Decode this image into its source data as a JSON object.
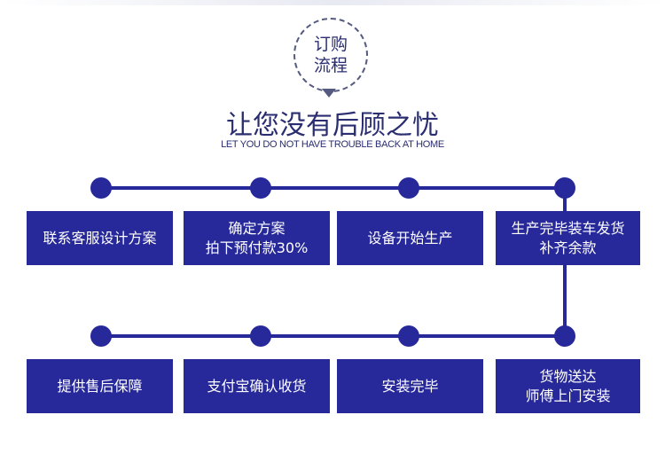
{
  "header": {
    "badge_line1": "订购",
    "badge_line2": "流程",
    "title": "让您没有后顾之忧",
    "subtitle": "LET YOU DO NOT HAVE TROUBLE BACK AT HOME"
  },
  "steps": [
    {
      "l1": "联系客服设计方案",
      "l2": ""
    },
    {
      "l1": "确定方案",
      "l2": "拍下预付款30%"
    },
    {
      "l1": "设备开始生产",
      "l2": ""
    },
    {
      "l1": "生产完毕装车发货",
      "l2": "补齐余款"
    },
    {
      "l1": "提供售后保障",
      "l2": ""
    },
    {
      "l1": "支付宝确认收货",
      "l2": ""
    },
    {
      "l1": "安装完毕",
      "l2": ""
    },
    {
      "l1": "货物送达",
      "l2": "师傅上门安装"
    }
  ],
  "colors": {
    "primary": "#27299a"
  }
}
